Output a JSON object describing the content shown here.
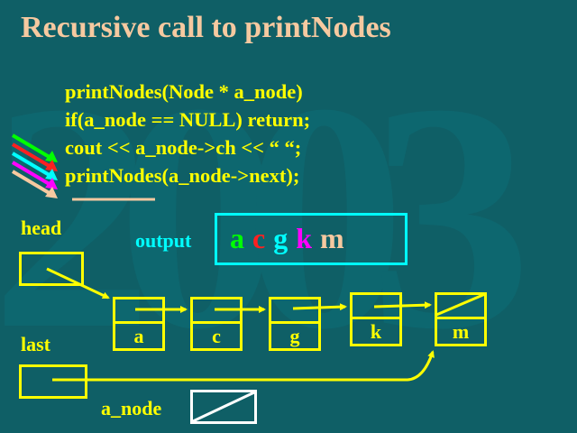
{
  "slide": {
    "title": "Recursive call to printNodes",
    "watermark": "2003",
    "code_lines": [
      "printNodes(Node * a_node)",
      "if(a_node == NULL) return;",
      "cout << a_node->ch << “ “;",
      "printNodes(a_node->next);"
    ],
    "labels": {
      "head": "head",
      "last": "last",
      "a_node": "a_node",
      "output": "output"
    },
    "output_chars": [
      {
        "ch": "a",
        "color": "#00ff00"
      },
      {
        "ch": "c",
        "color": "#ff2020"
      },
      {
        "ch": "g",
        "color": "#00ffff"
      },
      {
        "ch": "k",
        "color": "#ff00ff"
      },
      {
        "ch": "m",
        "color": "#f6c9a0"
      }
    ],
    "nodes": [
      "a",
      "c",
      "g",
      "k",
      "m"
    ],
    "call_arrow_colors": [
      "#00ff00",
      "#ff2020",
      "#00ffff",
      "#ff00ff",
      "#f6c9a0"
    ],
    "colors": {
      "accent": "#ffff00",
      "background": "#0f5f66",
      "title": "#f6c9a0",
      "output_border": "#00ffff"
    }
  }
}
